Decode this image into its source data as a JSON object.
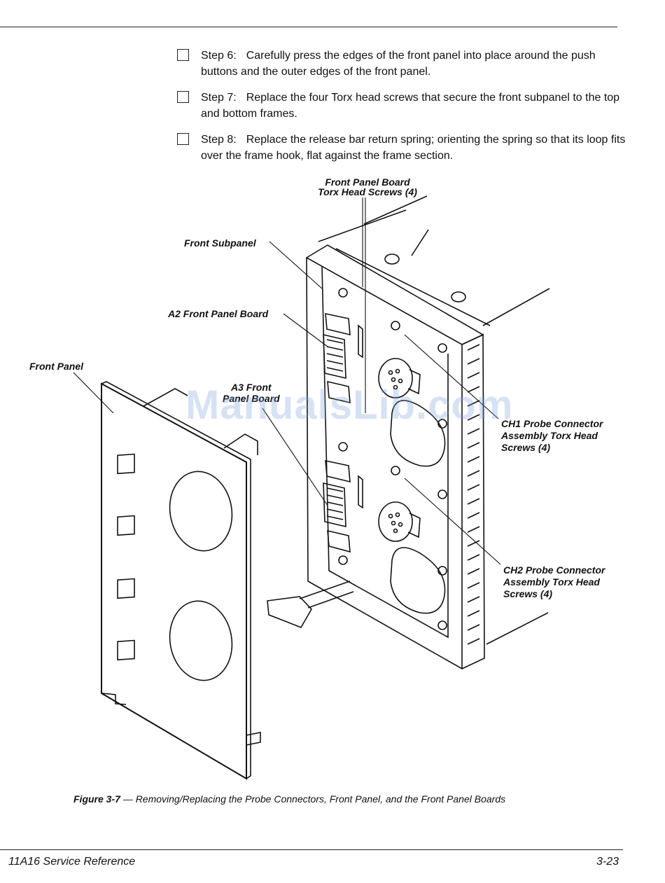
{
  "steps": [
    {
      "label": "Step 6:",
      "text": "Carefully press the edges of the front panel into place around the push buttons and the outer edges of the front panel."
    },
    {
      "label": "Step 7:",
      "text": "Replace the four Torx head screws that secure the front subpanel to the top and bottom frames."
    },
    {
      "label": "Step 8:",
      "text": "Replace the release bar return spring; orienting the spring so that its loop fits over the frame hook, flat against the frame section."
    }
  ],
  "figure": {
    "callouts": {
      "front_panel_board_screws_1": "Front Panel Board",
      "front_panel_board_screws_2": "Torx Head Screws (4)",
      "front_subpanel": "Front Subpanel",
      "a2_board": "A2 Front Panel Board",
      "front_panel": "Front Panel",
      "a3_board_1": "A3 Front",
      "a3_board_2": "Panel Board",
      "ch1_1": "CH1 Probe Connector",
      "ch1_2": "Assembly Torx Head",
      "ch1_3": "Screws (4)",
      "ch2_1": "CH2 Probe Connector",
      "ch2_2": "Assembly Torx Head",
      "ch2_3": "Screws (4)"
    },
    "caption_number": "Figure 3-7",
    "caption_dash": "—",
    "caption_text": "Removing/Replacing the Probe Connectors, Front Panel, and the Front Panel Boards"
  },
  "watermark": "ManualsLib.com",
  "footer": {
    "left": "11A16 Service Reference",
    "right": "3-23"
  }
}
